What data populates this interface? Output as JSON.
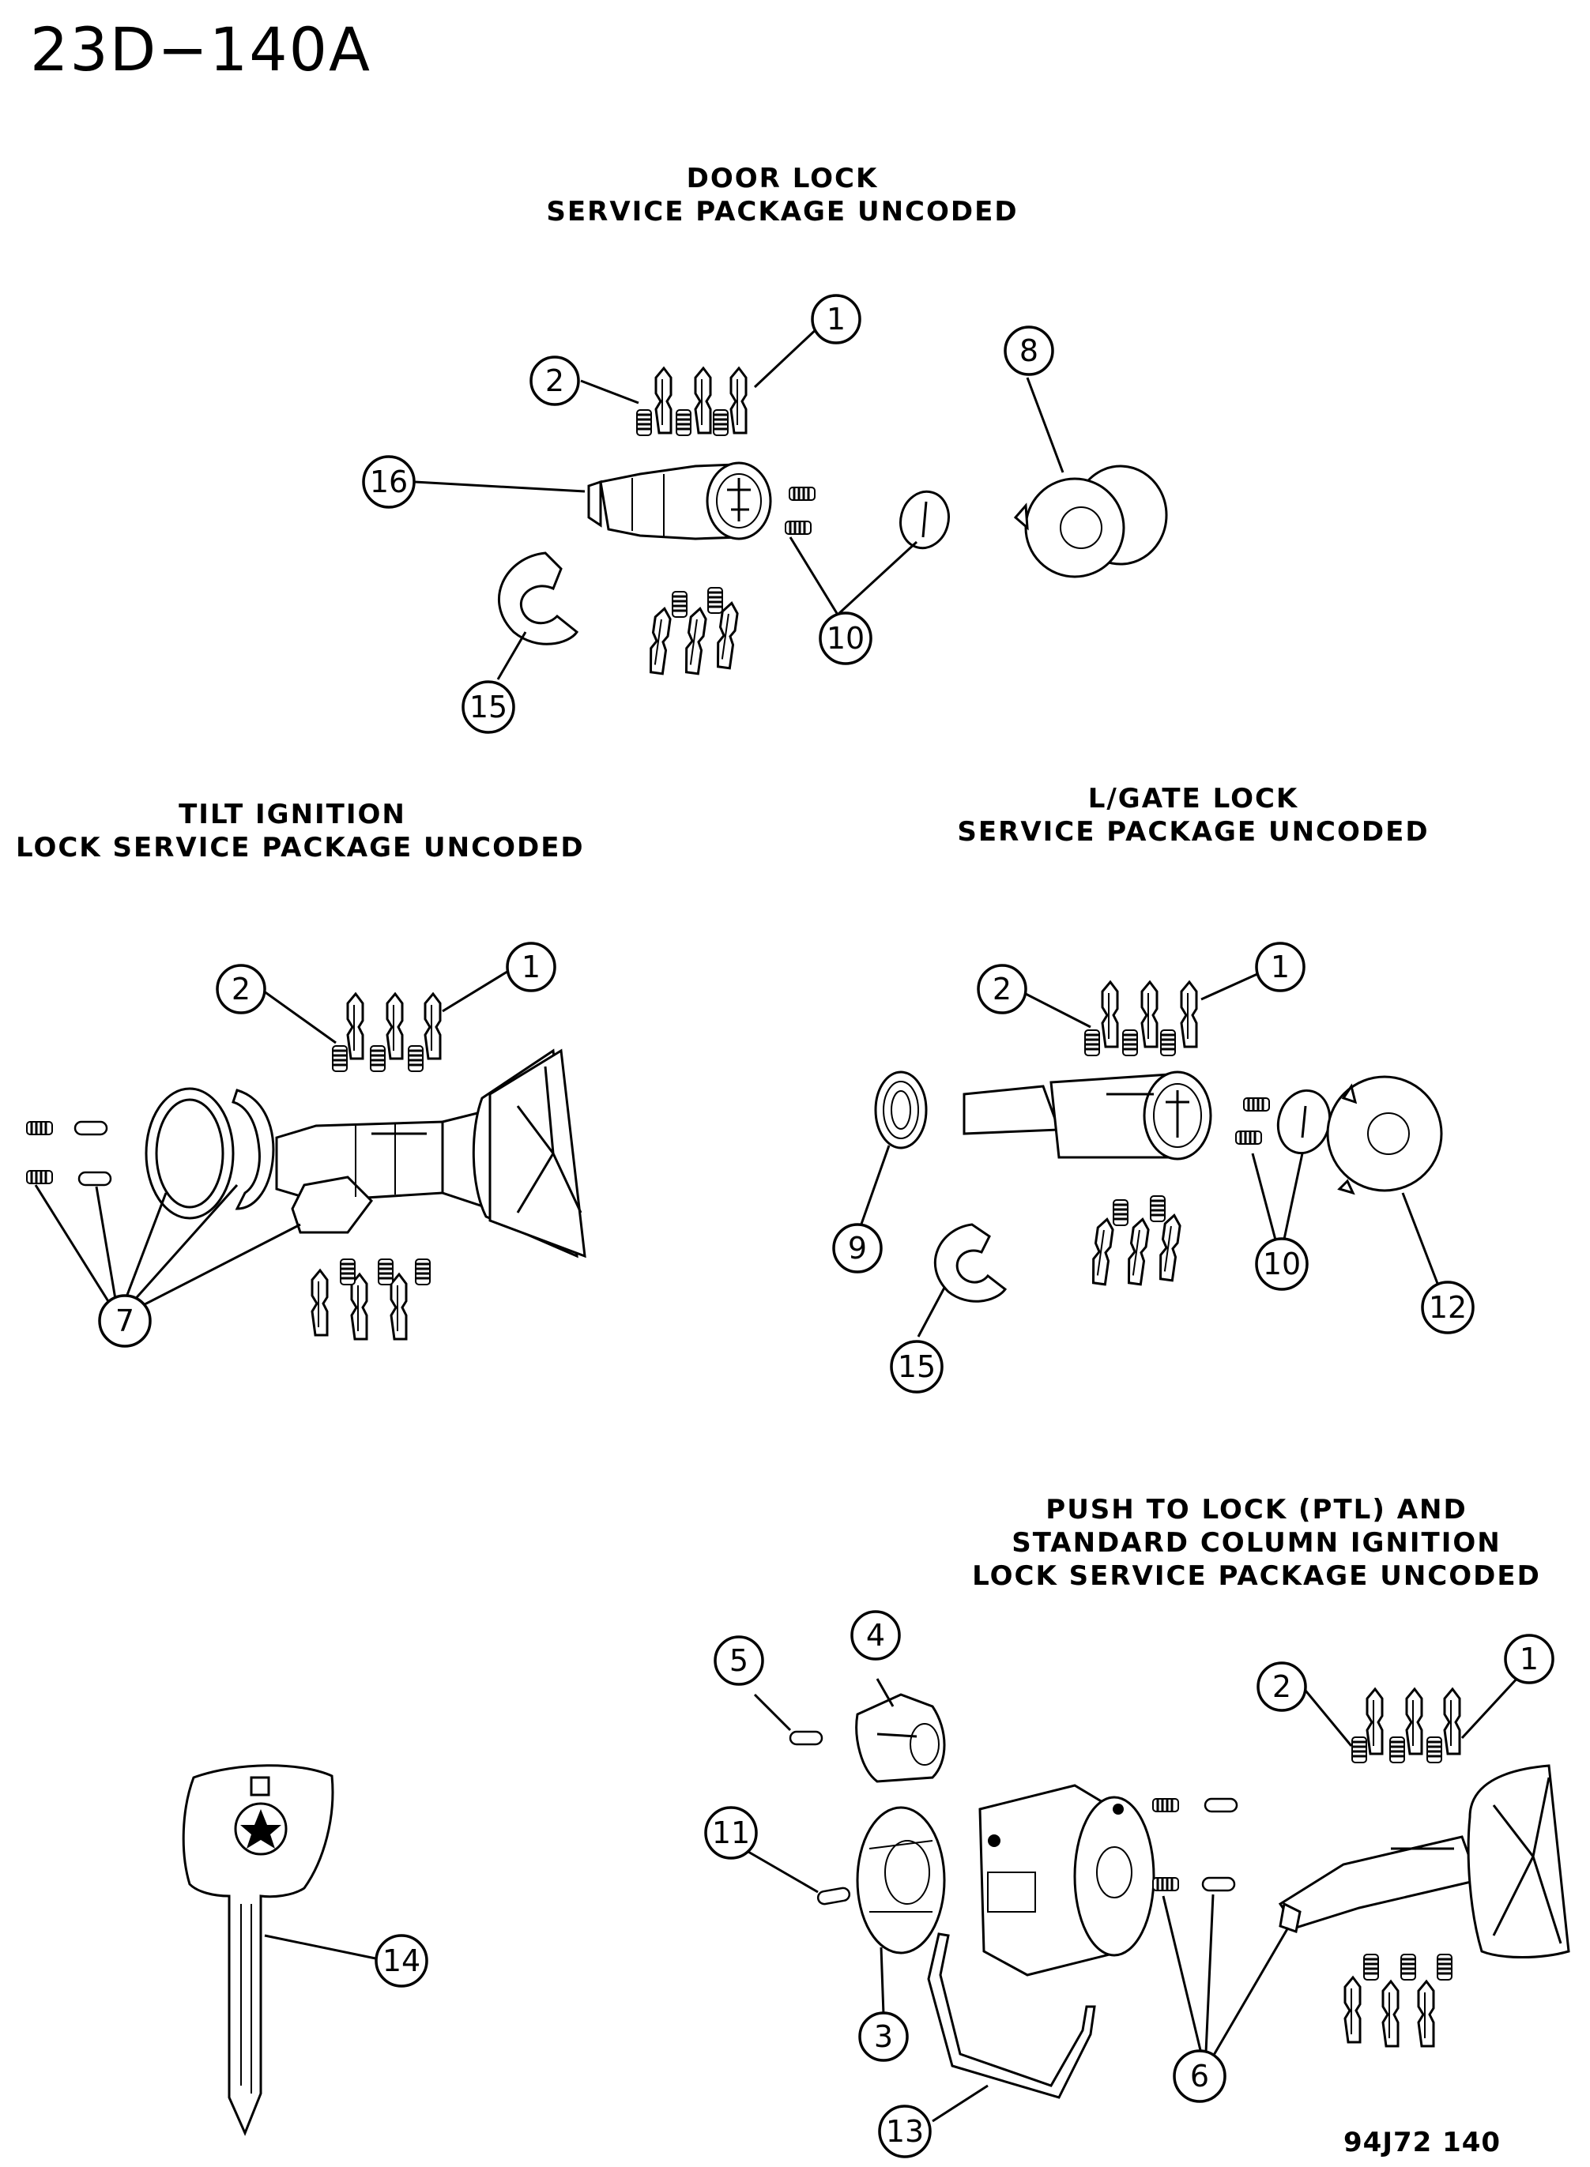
{
  "page_code": "23D−140A",
  "titles": {
    "door_lock": [
      "DOOR LOCK",
      "SERVICE PACKAGE UNCODED"
    ],
    "tilt_ignition": [
      "TILT IGNITION",
      "LOCK SERVICE PACKAGE UNCODED"
    ],
    "lgate_lock": [
      "L/GATE LOCK",
      "SERVICE PACKAGE UNCODED"
    ],
    "ptl_lock": [
      "PUSH TO LOCK (PTL) AND",
      "STANDARD COLUMN IGNITION",
      "LOCK SERVICE PACKAGE UNCODED"
    ]
  },
  "callouts": {
    "door": [
      "1",
      "2",
      "8",
      "16",
      "10",
      "15"
    ],
    "tilt": [
      "2",
      "1",
      "7"
    ],
    "lgate": [
      "2",
      "1",
      "9",
      "10",
      "12",
      "15"
    ],
    "key": [
      "14"
    ],
    "ptl": [
      "5",
      "4",
      "2",
      "1",
      "11",
      "3",
      "6",
      "13"
    ]
  },
  "footer_code": "94J72  140"
}
